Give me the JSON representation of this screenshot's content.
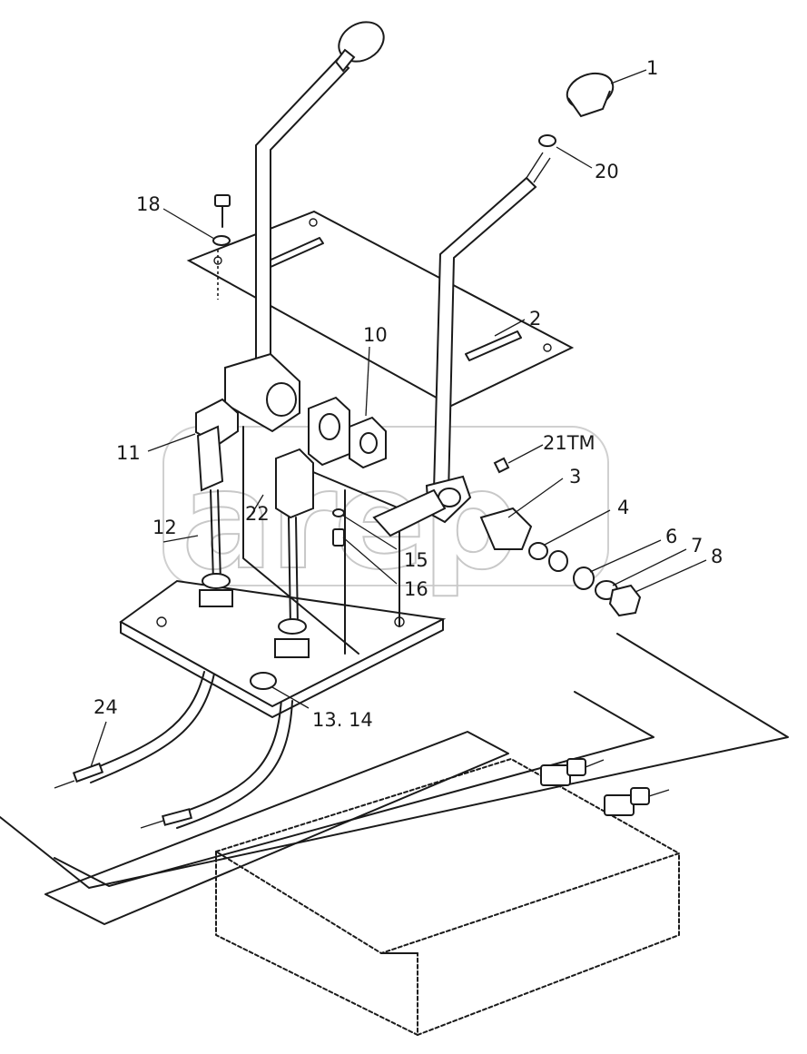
{
  "callouts": {
    "c1": "1",
    "c2": "2",
    "c3": "3",
    "c4": "4",
    "c6": "6",
    "c7": "7",
    "c8": "8",
    "c10": "10",
    "c11": "11",
    "c12": "12",
    "c13_14": "13. 14",
    "c15": "15",
    "c16": "16",
    "c18": "18",
    "c20": "20",
    "c21": "21TM",
    "c22": "22",
    "c24": "24"
  },
  "watermark": "arep"
}
